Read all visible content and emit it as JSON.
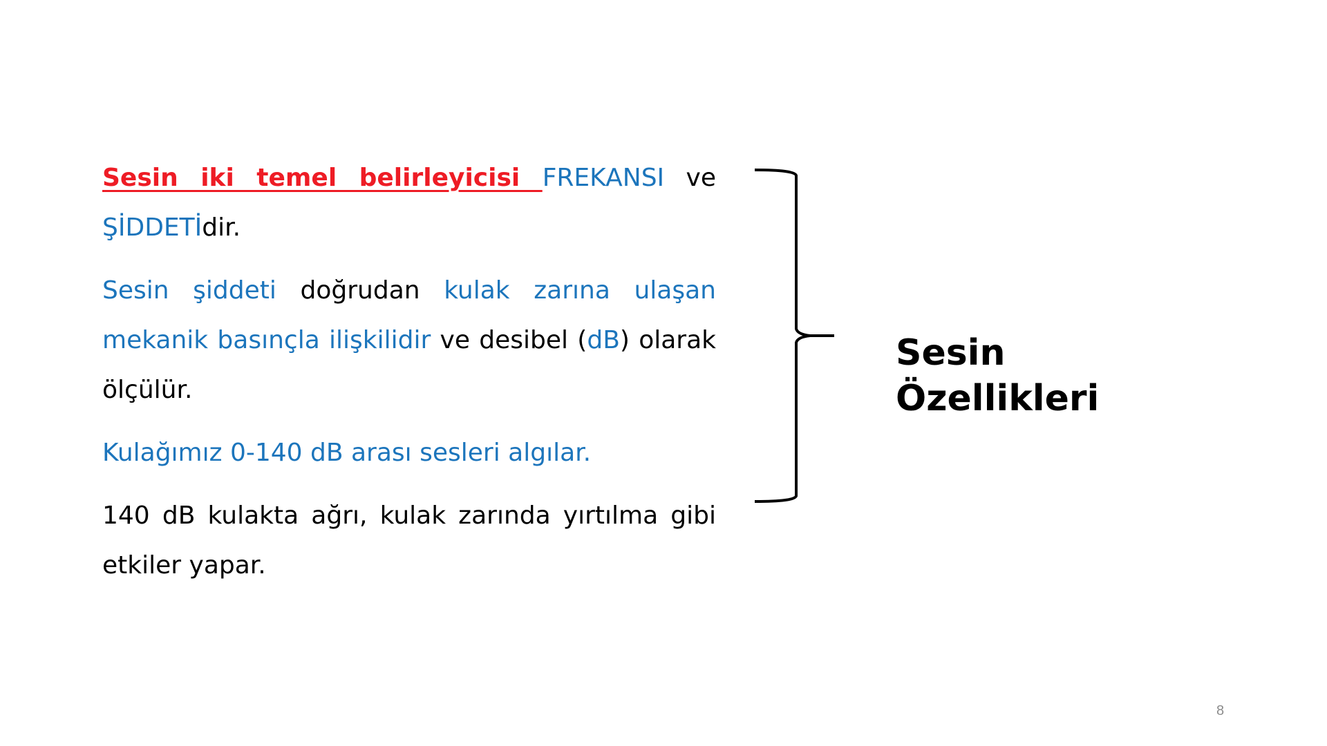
{
  "slide": {
    "page_number": "8",
    "colors": {
      "emphasis_red": "#ee1c25",
      "accent_blue": "#1c75bc",
      "text_black": "#000000",
      "page_number_gray": "#8c8c8c"
    },
    "paragraphs": [
      {
        "segments": [
          {
            "text": "Sesin iki temel belirleyicisi ",
            "style": "red-underline"
          },
          {
            "text": "FREKANSI",
            "style": "blue"
          },
          {
            "text": " ve ",
            "style": "black"
          },
          {
            "text": "ŞİDDETİ",
            "style": "blue"
          },
          {
            "text": "dir.",
            "style": "black"
          }
        ]
      },
      {
        "segments": [
          {
            "text": "Sesin şiddeti",
            "style": "blue"
          },
          {
            "text": " doğrudan ",
            "style": "black"
          },
          {
            "text": "kulak zarına ulaşan mekanik basınçla ilişkilidir",
            "style": "blue"
          },
          {
            "text": " ve desibel (",
            "style": "black"
          },
          {
            "text": "dB",
            "style": "blue"
          },
          {
            "text": ") olarak ölçülür.",
            "style": "black"
          }
        ]
      },
      {
        "segments": [
          {
            "text": "Kulağımız 0-140 dB arası sesleri algılar.",
            "style": "blue"
          }
        ]
      },
      {
        "segments": [
          {
            "text": "140 dB kulakta ağrı, kulak zarında yırtılma gibi etkiler yapar.",
            "style": "black"
          }
        ]
      }
    ],
    "heading": {
      "line1": "Sesin",
      "line2": "Özellikleri"
    },
    "brace_icon": "right-curly-brace"
  }
}
